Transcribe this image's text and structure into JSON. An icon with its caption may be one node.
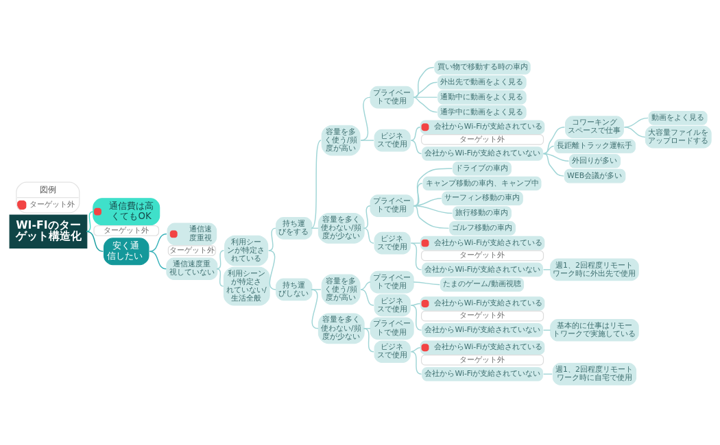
{
  "diagram": {
    "nodes": [
      {
        "text": [
          "WI-FIのターゲット構造化"
        ]
      },
      {
        "text": [
          "通信費は高くてもOK"
        ],
        "beside": [
          "ターゲット外"
        ]
      },
      {
        "text": [
          "安く通信したい"
        ]
      },
      {
        "text": [
          "通信速度重視"
        ],
        "beside": [
          "ターゲット外"
        ]
      },
      {
        "text": [
          "通信速度重視していない"
        ]
      },
      {
        "text": [
          "利用シーンが特定されている"
        ]
      },
      {
        "text": [
          "持ち運びをする"
        ]
      },
      {
        "text": [
          "容量を多く使う/頻度が高い"
        ]
      },
      {
        "text": [
          "プライベートで使用"
        ]
      },
      {
        "text": [
          "買い物で移動する時の車内"
        ]
      },
      {
        "text": [
          "外出先で動画をよく見る"
        ]
      },
      {
        "text": [
          "通勤中に動画をよく見る"
        ]
      },
      {
        "text": [
          "通学中に動画をよく見る"
        ]
      },
      {
        "text": [
          "ビジネスで使用"
        ]
      },
      {
        "text": [
          "会社からWi-Fiが支給されている"
        ],
        "beside": [
          "ターゲット外"
        ]
      },
      {
        "text": [
          "会社からWi-Fiが支給されていない"
        ]
      },
      {
        "text": [
          "コワーキングスペースで仕事"
        ]
      },
      {
        "text": [
          "動画をよく見る"
        ]
      },
      {
        "text": [
          "大容量ファイルをアップロードする"
        ]
      },
      {
        "text": [
          "長距離トラック運転手"
        ]
      },
      {
        "text": [
          "外回りが多い"
        ]
      },
      {
        "text": [
          "WEB会議が多い"
        ]
      },
      {
        "text": [
          "容量を多く使わない/頻度が少ない"
        ]
      },
      {
        "text": [
          "プライベートで使用"
        ]
      },
      {
        "text": [
          "ドライブの車内"
        ]
      },
      {
        "text": [
          "キャンプ移動の車内、キャンプ中"
        ]
      },
      {
        "text": [
          "サーフィン移動の車内"
        ]
      },
      {
        "text": [
          "旅行移動の車内"
        ]
      },
      {
        "text": [
          "ゴルフ移動の車内"
        ]
      },
      {
        "text": [
          "ビジネスで使用"
        ]
      },
      {
        "text": [
          "会社からWi-Fiが支給されている"
        ],
        "beside": [
          "ターゲット外"
        ]
      },
      {
        "text": [
          "会社からWi-Fiが支給されていない"
        ]
      },
      {
        "text": [
          "週1、2回程度リモートワーク時に外出先で使用"
        ]
      },
      {
        "text": [
          "持ち運びしない"
        ]
      },
      {
        "text": [
          "容量を多く使う/頻度が高い"
        ]
      },
      {
        "text": [
          "プライベートで使用"
        ]
      },
      {
        "text": [
          "たまのゲーム/動画視聴"
        ]
      },
      {
        "text": [
          "ビジネスで使用"
        ]
      },
      {
        "text": [
          "会社からWi-Fiが支給されている"
        ],
        "beside": [
          "ターゲット外"
        ]
      },
      {
        "text": [
          "会社からWi-Fiが支給されていない"
        ]
      },
      {
        "text": [
          "基本的に仕事はリモートワークで実施している"
        ]
      },
      {
        "text": [
          "容量を多く使わない/頻度が少ない"
        ]
      },
      {
        "text": [
          "プライベートで使用"
        ]
      },
      {
        "text": [
          "ビジネスで使用"
        ]
      },
      {
        "text": [
          "会社からWi-Fiが支給されている"
        ],
        "beside": [
          "ターゲット外"
        ]
      },
      {
        "text": [
          "会社からWi-Fiが支給されていない"
        ]
      },
      {
        "text": [
          "週1、2回程度リモートワーク時に自宅で使用"
        ]
      },
      {
        "text": [
          "利用シーンが特定されていない/生活全般"
        ]
      }
    ],
    "edges": [
      {
        "from": 0,
        "to": 1,
        "arrow": "none",
        "color": "#3fd9c7"
      },
      {
        "from": 0,
        "to": 2,
        "arrow": "none",
        "color": "#1c9ea0"
      },
      {
        "from": 2,
        "to": 3,
        "arrow": "none",
        "color": "#3cb4bb"
      },
      {
        "from": 2,
        "to": 4,
        "arrow": "none",
        "color": "#3cb4bb"
      },
      {
        "from": 4,
        "to": 5,
        "arrow": "none"
      },
      {
        "from": 5,
        "to": 6,
        "arrow": "none"
      },
      {
        "from": 6,
        "to": 7,
        "arrow": "none"
      },
      {
        "from": 7,
        "to": 8,
        "arrow": "none"
      },
      {
        "from": 8,
        "to": 9,
        "arrow": "none"
      },
      {
        "from": 8,
        "to": 10,
        "arrow": "none"
      },
      {
        "from": 8,
        "to": 11,
        "arrow": "none"
      },
      {
        "from": 8,
        "to": 12,
        "arrow": "none"
      },
      {
        "from": 7,
        "to": 13,
        "arrow": "none"
      },
      {
        "from": 13,
        "to": 14,
        "arrow": "none"
      },
      {
        "from": 13,
        "to": 15,
        "arrow": "none"
      },
      {
        "from": 15,
        "to": 16,
        "arrow": "none"
      },
      {
        "from": 16,
        "to": 17,
        "arrow": "none"
      },
      {
        "from": 16,
        "to": 18,
        "arrow": "none"
      },
      {
        "from": 15,
        "to": 19,
        "arrow": "none"
      },
      {
        "from": 15,
        "to": 20,
        "arrow": "none"
      },
      {
        "from": 15,
        "to": 21,
        "arrow": "none"
      },
      {
        "from": 6,
        "to": 22,
        "arrow": "none"
      },
      {
        "from": 22,
        "to": 23,
        "arrow": "none"
      },
      {
        "from": 23,
        "to": 24,
        "arrow": "none"
      },
      {
        "from": 23,
        "to": 25,
        "arrow": "none"
      },
      {
        "from": 23,
        "to": 26,
        "arrow": "none"
      },
      {
        "from": 23,
        "to": 27,
        "arrow": "none"
      },
      {
        "from": 23,
        "to": 28,
        "arrow": "none"
      },
      {
        "from": 22,
        "to": 29,
        "arrow": "none"
      },
      {
        "from": 29,
        "to": 30,
        "arrow": "none"
      },
      {
        "from": 29,
        "to": 31,
        "arrow": "none"
      },
      {
        "from": 31,
        "to": 32,
        "arrow": "none"
      },
      {
        "from": 5,
        "to": 33,
        "arrow": "none"
      },
      {
        "from": 33,
        "to": 34,
        "arrow": "none"
      },
      {
        "from": 34,
        "to": 35,
        "arrow": "none"
      },
      {
        "from": 35,
        "to": 36,
        "arrow": "none"
      },
      {
        "from": 34,
        "to": 37,
        "arrow": "none"
      },
      {
        "from": 37,
        "to": 38,
        "arrow": "none"
      },
      {
        "from": 37,
        "to": 39,
        "arrow": "none"
      },
      {
        "from": 39,
        "to": 40,
        "arrow": "none"
      },
      {
        "from": 33,
        "to": 41,
        "arrow": "none"
      },
      {
        "from": 41,
        "to": 42,
        "arrow": "none"
      },
      {
        "from": 41,
        "to": 43,
        "arrow": "none"
      },
      {
        "from": 43,
        "to": 44,
        "arrow": "none"
      },
      {
        "from": 43,
        "to": 45,
        "arrow": "none"
      },
      {
        "from": 45,
        "to": 46,
        "arrow": "none"
      },
      {
        "from": 4,
        "to": 47,
        "arrow": "none"
      }
    ],
    "labels": [
      "図例"
    ],
    "legend": [
      {
        "text": "ターゲット外",
        "color": "#f24444"
      }
    ]
  }
}
